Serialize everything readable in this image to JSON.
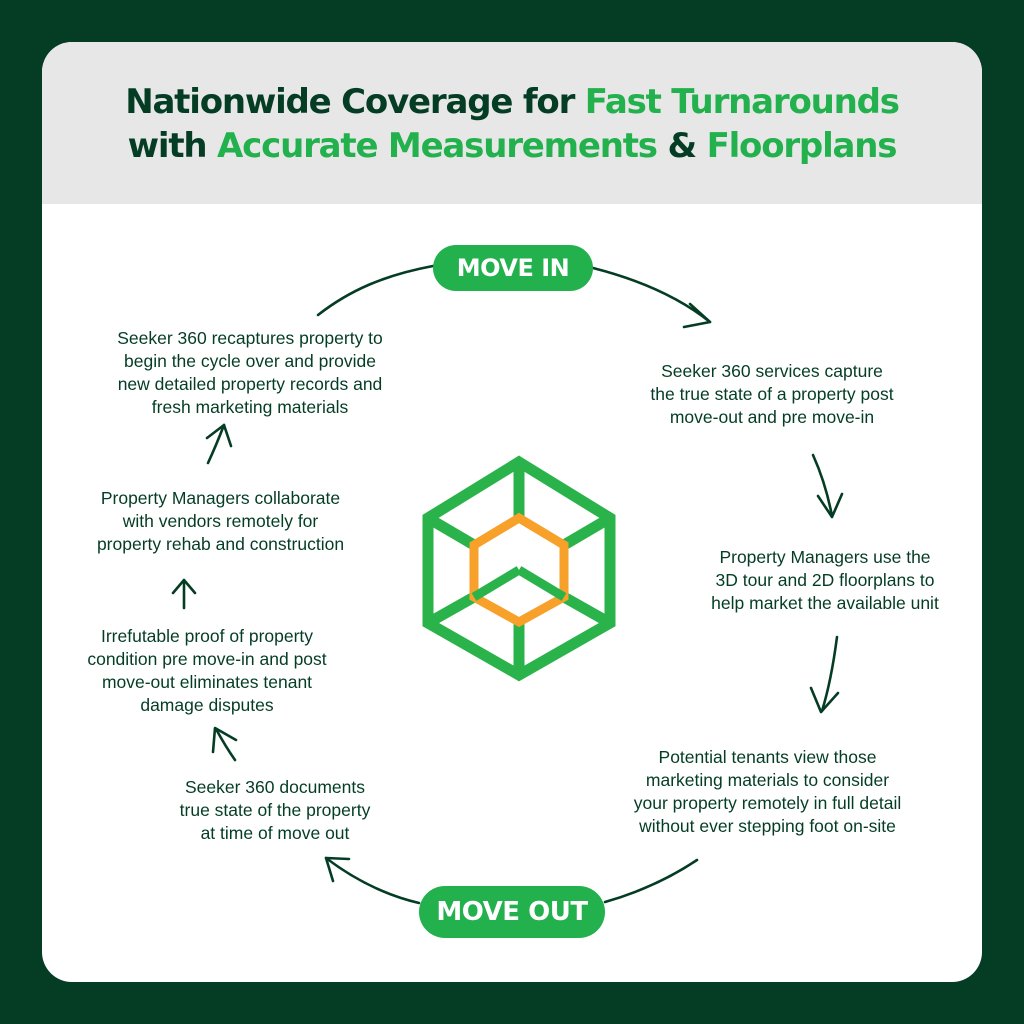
{
  "header": {
    "line1": [
      {
        "text": "Nationwide Coverage for ",
        "accent": false
      },
      {
        "text": "Fast Turnarounds",
        "accent": true
      }
    ],
    "line2": [
      {
        "text": "with ",
        "accent": false
      },
      {
        "text": "Accurate Measurements",
        "accent": true
      },
      {
        "text": " & ",
        "accent": false
      },
      {
        "text": "Floorplans",
        "accent": true
      }
    ]
  },
  "pills": {
    "move_in": "MOVE IN",
    "move_out": "MOVE OUT"
  },
  "steps": {
    "services_capture": [
      "Seeker 360 services capture",
      "the true state of a property post",
      "move-out and pre move-in"
    ],
    "managers_market": [
      "Property Managers use the",
      "3D tour and 2D floorplans to",
      "help market the available unit"
    ],
    "tenants_view": [
      "Potential tenants view those",
      "marketing materials to consider",
      "your property remotely in full detail",
      "without ever stepping foot on-site"
    ],
    "documents_move_out": [
      "Seeker 360 documents",
      "true state of the property",
      "at time of move out"
    ],
    "irrefutable_proof": [
      "Irrefutable proof of property",
      "condition pre move-in and post",
      "move-out eliminates tenant",
      "damage disputes"
    ],
    "vendors_collaborate": [
      "Property Managers collaborate",
      "with vendors remotely for",
      "property rehab and construction"
    ],
    "recapture": [
      "Seeker 360 recaptures property to",
      "begin the cycle over and provide",
      "new detailed property records and",
      "fresh marketing materials"
    ]
  },
  "colors": {
    "dark_green": "#043d24",
    "accent_green": "#22b14c",
    "logo_green": "#2ab34a",
    "logo_orange": "#f7a12a",
    "header_gray": "#e7e7e7"
  },
  "icons": {
    "logo": "hexagon-cube-logo-icon",
    "arrow": "curved-arrow-icon"
  }
}
